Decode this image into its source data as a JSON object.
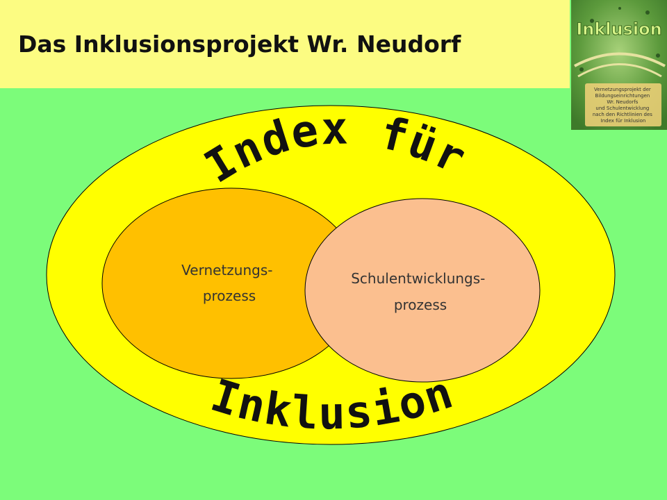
{
  "header": {
    "title": "Das Inklusionsprojekt Wr. Neudorf"
  },
  "logo": {
    "title": "Inklusion",
    "caption_lines": [
      "Vernetzungsprojekt der",
      "Bildungseinrichtungen",
      "Wr. Neudorfs",
      "und Schulentwicklung",
      "nach den Richtlinien des",
      "Index für Inklusion"
    ]
  },
  "diagram": {
    "arc_top": "Index für",
    "arc_bottom": "Inklusion",
    "left_circle": {
      "line1": "Vernetzungs-",
      "line2": "prozess"
    },
    "right_circle": {
      "line1": "Schulentwicklungs-",
      "line2": "prozess"
    }
  },
  "colors": {
    "background": "#7cfc7a",
    "title_bar": "#fcfc82",
    "outer_ellipse": "#ffff00",
    "left_circle": "#ffc000",
    "right_circle": "#fbbf8f"
  }
}
